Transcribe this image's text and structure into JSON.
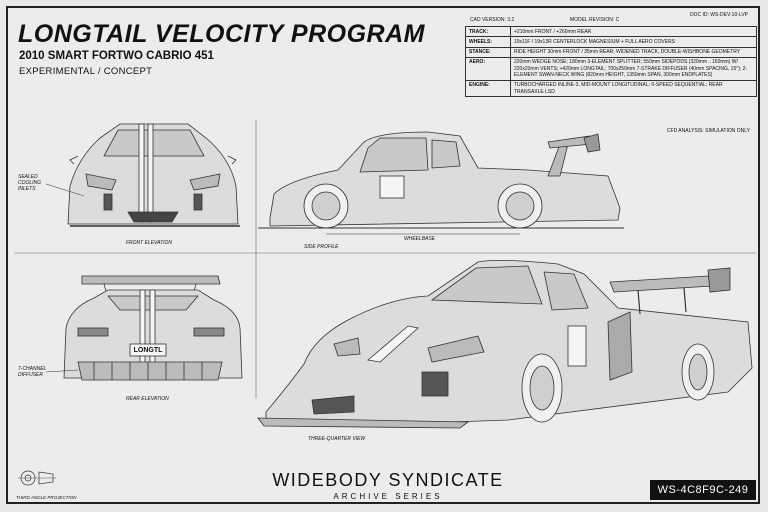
{
  "title": "LONGTAIL VELOCITY PROGRAM",
  "subtitle": "2010 SMART FORTWO CABRIO 451",
  "tag": "EXPERIMENTAL / CONCEPT",
  "doc_id": "DOC ID: WS-DEV-10-LVP",
  "cad_version": "CAD VERSION: 3.2",
  "model_revision": "MODEL REVISION: C",
  "specs": [
    {
      "key": "TRACK:",
      "value": "+210mm FRONT / +260mm REAR"
    },
    {
      "key": "WHEELS:",
      "value": "19x11F / 19x13R CENTERLOCK MAGNESIUM + FULL AERO COVERS"
    },
    {
      "key": "STANCE:",
      "value": "RIDE HEIGHT 30mm FRONT / 35mm REAR; WIDENED TRACK, DOUBLE-WISHBONE GEOMETRY"
    },
    {
      "key": "AERO:",
      "value": "220mm WEDGE NOSE; 180mm 3-ELEMENT SPLITTER; 550mm SIDEPODS (320mm→160mm) W/ 220x20mm VENTS; +420mm LONGTAIL; 700x250mm 7-STRAKE DIFFUSER (40mm SPACING, 15°); 2-ELEMENT SWAN-NECK WING (820mm HEIGHT, 1350mm SPAN, 300mm ENDPLATES)"
    },
    {
      "key": "ENGINE:",
      "value": "TURBOCHARGED INLINE-3, MID-MOUNT LONGITUDINAL; 6-SPEED SEQUENTIAL; REAR TRANSAXLE LSD"
    }
  ],
  "cfd_note": "CFD ANALYSIS: SIMULATION ONLY",
  "views": {
    "front": "FRONT ELEVATION",
    "side": "SIDE PROFILE",
    "rear": "REAR ELEVATION",
    "three_quarter": "THREE-QUARTER VIEW"
  },
  "wheelbase_label": "WHEELBASE",
  "callouts": {
    "cooling": [
      "SEALED",
      "COOLING",
      "INLETS"
    ],
    "diffuser": [
      "7-CHANNEL",
      "DIFFUSER"
    ]
  },
  "plate": "LONGTL",
  "brand": "WIDEBODY SYNDICATE",
  "series": "ARCHIVE SERIES",
  "code": "WS-4C8F9C-249",
  "projection": "THIRD ANGLE PROJECTION"
}
